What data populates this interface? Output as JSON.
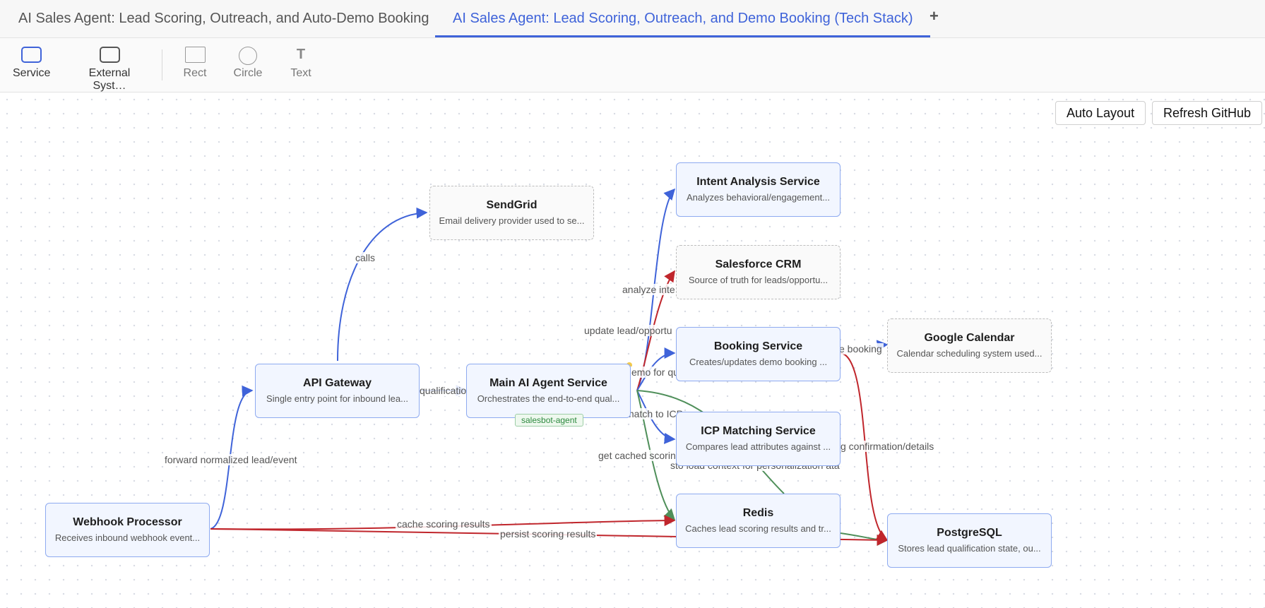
{
  "tabs": [
    {
      "label": "AI Sales Agent: Lead Scoring, Outreach, and Auto-Demo Booking",
      "active": false
    },
    {
      "label": "AI Sales Agent: Lead Scoring, Outreach, and Demo Booking (Tech Stack)",
      "active": true
    }
  ],
  "tab_add_label": "+",
  "toolbar": {
    "service": "Service",
    "external": "External Syst…",
    "rect": "Rect",
    "circle": "Circle",
    "text": "Text",
    "text_glyph": "T"
  },
  "actions": {
    "auto_layout": "Auto Layout",
    "refresh": "Refresh GitHub"
  },
  "nodes": {
    "sendgrid": {
      "title": "SendGrid",
      "desc": "Email delivery provider used to se..."
    },
    "intent": {
      "title": "Intent Analysis Service",
      "desc": "Analyzes behavioral/engagement..."
    },
    "salesforce": {
      "title": "Salesforce CRM",
      "desc": "Source of truth for leads/opportu..."
    },
    "booking": {
      "title": "Booking Service",
      "desc": "Creates/updates demo booking ..."
    },
    "gcal": {
      "title": "Google Calendar",
      "desc": "Calendar scheduling system used..."
    },
    "gateway": {
      "title": "API Gateway",
      "desc": "Single entry point for inbound lea..."
    },
    "main": {
      "title": "Main AI Agent Service",
      "desc": "Orchestrates the end-to-end qual...",
      "badge": "salesbot-agent"
    },
    "icp": {
      "title": "ICP Matching Service",
      "desc": "Compares lead attributes against ..."
    },
    "redis": {
      "title": "Redis",
      "desc": "Caches lead scoring results and tr..."
    },
    "postgres": {
      "title": "PostgreSQL",
      "desc": "Stores lead qualification state, ou..."
    },
    "webhook": {
      "title": "Webhook Processor",
      "desc": "Receives inbound webhook event..."
    }
  },
  "edge_labels": {
    "calls": "calls",
    "forward": "forward normalized lead/event",
    "qualification": "qualification",
    "analyze": "analyze inte",
    "update": "update lead/opportu",
    "demo": "emo for qu",
    "booking": "e booking",
    "match": "match to ICP",
    "confirmation": "g confirmation/details",
    "cached": "get cached scoring",
    "store": "sto  load context for personalization  ata",
    "cache_results": "cache scoring results",
    "persist_results": "persist scoring results"
  },
  "colors": {
    "blue": "#3f63d9",
    "red": "#c0262c",
    "green": "#4f8f5a"
  }
}
